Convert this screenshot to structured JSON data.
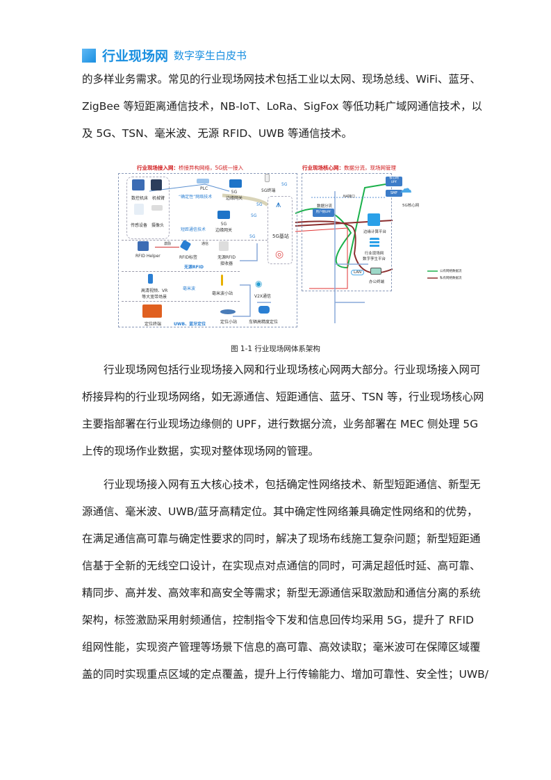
{
  "header": {
    "title": "行业现场网",
    "subtitle": "数字孪生白皮书",
    "accent": "#1a8fe0"
  },
  "para1": [
    "的多样业务需求。常见的行业现场网技术包括工业以太网、现场总线、WiFi、蓝牙、",
    "ZigBee 等短距离通信技术，NB-IoT、LoRa、SigFox 等低功耗广域网通信技术，以",
    "及 5G、TSN、毫米波、无源 RFID、UWB 等通信技术。"
  ],
  "figure": {
    "caption": "图 1-1  行业现场网体系架构",
    "access_title": "行业现场接入网：",
    "access_sub": "桥接异构网络，5G统一接入",
    "core_title": "行业现场核心网：",
    "core_sub": "数据分流，现场网管理",
    "labels": {
      "cnc": "数控机床",
      "arm": "机械臂",
      "sensor": "传感设备",
      "camera": "摄像头",
      "plc": "PLC",
      "tsn": "“确定性”网络技术",
      "edge_gw1": "5G\n边缘网关",
      "short": "短距通信技术",
      "edge_gw2": "5G\n边缘网关",
      "terminal": "5G终端",
      "g5": "5G",
      "base": "5G基站",
      "rfid_helper": "RFID Helper",
      "excite": "激励",
      "comm": "通信",
      "rfid_tag": "RFID标签",
      "rfid_reader": "无源RFID\n接收器",
      "passive_rfid": "无源RFID",
      "phone": "高清视频、VR\n等大宽带场景",
      "mmwave": "毫米波",
      "mm_station": "毫米波小站",
      "v2x": "V2X通信",
      "helmet": "定位终端",
      "uwb": "UWB、蓝牙定位",
      "locator": "定位小站",
      "vehicle": "车辆高精度定位",
      "upf_core": "核心网\nUPF",
      "smf": "SMF",
      "n4": "N4接口",
      "core5g": "5G核心网",
      "split": "数据分流",
      "user_upf": "用户侧UPF",
      "mec": "边缘计算平台",
      "twin": "行业现场网\n数字孪生平台",
      "lan": "LAN",
      "office": "办公终端",
      "legend_public": "公有网络数据流",
      "legend_private": "私有网络数据流"
    }
  },
  "para2": [
    "行业现场网包括行业现场接入网和行业现场核心网两大部分。行业现场接入网可",
    "桥接异构的行业现场网络，如无源通信、短距通信、蓝牙、TSN 等，行业现场核心网",
    "主要指部署在行业现场边缘侧的 UPF，进行数据分流，业务部署在 MEC 侧处理 5G",
    "上传的现场作业数据，实现对整体现场网的管理。"
  ],
  "para3": [
    "行业现场接入网有五大核心技术，包括确定性网络技术、新型短距通信、新型无",
    "源通信、毫米波、UWB/蓝牙高精定位。其中确定性网络兼具确定性网络和的优势，",
    "在满足通信高可靠与确定性要求的同时，解决了现场布线施工复杂问题；新型短距通",
    "信基于全新的无线空口设计，在实现点对点通信的同时，可满足超低时延、高可靠、",
    "精同步、高并发、高效率和高安全等需求；新型无源通信采取激励和通信分离的系统",
    "架构，标签激励采用射频通信，控制指令下发和信息回传均采用 5G，提升了 RFID",
    "组网性能，实现资产管理等场景下信息的高可靠、高效读取；毫米波可在保障区域覆",
    "盖的同时实现重点区域的定点覆盖，提升上行传输能力、增加可靠性、安全性；UWB/"
  ]
}
